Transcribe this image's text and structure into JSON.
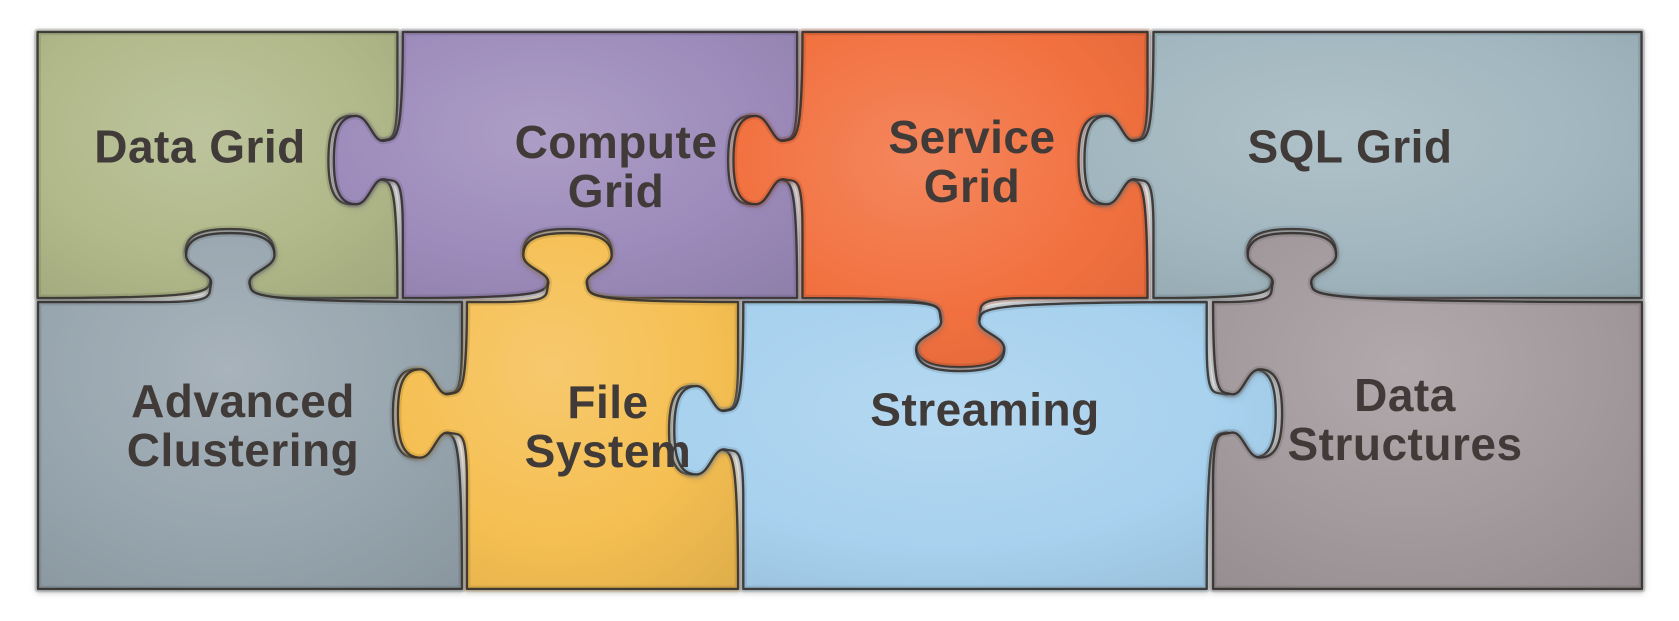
{
  "diagram": {
    "background": "#ffffff",
    "text_color": "#403b38",
    "outline_color": "#332f2c",
    "pieces": [
      {
        "id": "data-grid",
        "label": "Data Grid",
        "color": "#b1b98a"
      },
      {
        "id": "compute-grid",
        "label": "Compute\nGrid",
        "color": "#9d8bbb"
      },
      {
        "id": "service-grid",
        "label": "Service\nGrid",
        "color": "#f2703f"
      },
      {
        "id": "sql-grid",
        "label": "SQL Grid",
        "color": "#a1b6bf"
      },
      {
        "id": "advanced-clustering",
        "label": "Advanced\nClustering",
        "color": "#97a5ae"
      },
      {
        "id": "file-system",
        "label": "File\nSystem",
        "color": "#f5bf52"
      },
      {
        "id": "streaming",
        "label": "Streaming",
        "color": "#a7d1ee"
      },
      {
        "id": "data-structures",
        "label": "Data\nStructures",
        "color": "#a2999c"
      }
    ]
  }
}
